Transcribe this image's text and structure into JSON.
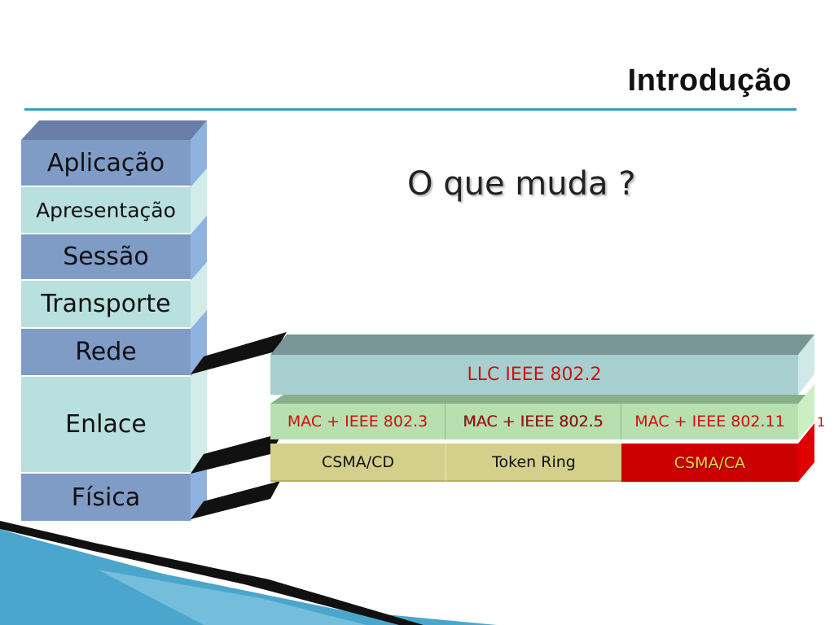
{
  "header": {
    "title": "Introdução",
    "subtitle": "O que muda ?"
  },
  "osi_layers": [
    {
      "label": "Aplicação"
    },
    {
      "label": "Apresentação"
    },
    {
      "label": "Sessão"
    },
    {
      "label": "Transporte"
    },
    {
      "label": "Rede"
    },
    {
      "label": "Enlace"
    },
    {
      "label": "Física"
    }
  ],
  "llc": {
    "label": "LLC IEEE 802.2"
  },
  "mac_row": [
    {
      "label": "MAC + IEEE 802.3"
    },
    {
      "label": "MAC + IEEE 802.5",
      "overlay": "MAC + IEEE 802.5"
    },
    {
      "label": "MAC + IEEE 802.11",
      "overflow": "1"
    }
  ],
  "access_row": [
    {
      "label": "CSMA/CD"
    },
    {
      "label": "Token Ring"
    },
    {
      "label": "CSMA/CA"
    }
  ],
  "colors": {
    "accent_rule": "#3a9cc0",
    "osi_dark": "#7f9cc7",
    "osi_light": "#b8e0df",
    "llc": "#a8cfcf",
    "mac": "#b8dfb0",
    "access": "#d4d08c",
    "csma_ca": "#cc0000",
    "red_text": "#cc1111",
    "gold_text": "#ffd24a"
  }
}
